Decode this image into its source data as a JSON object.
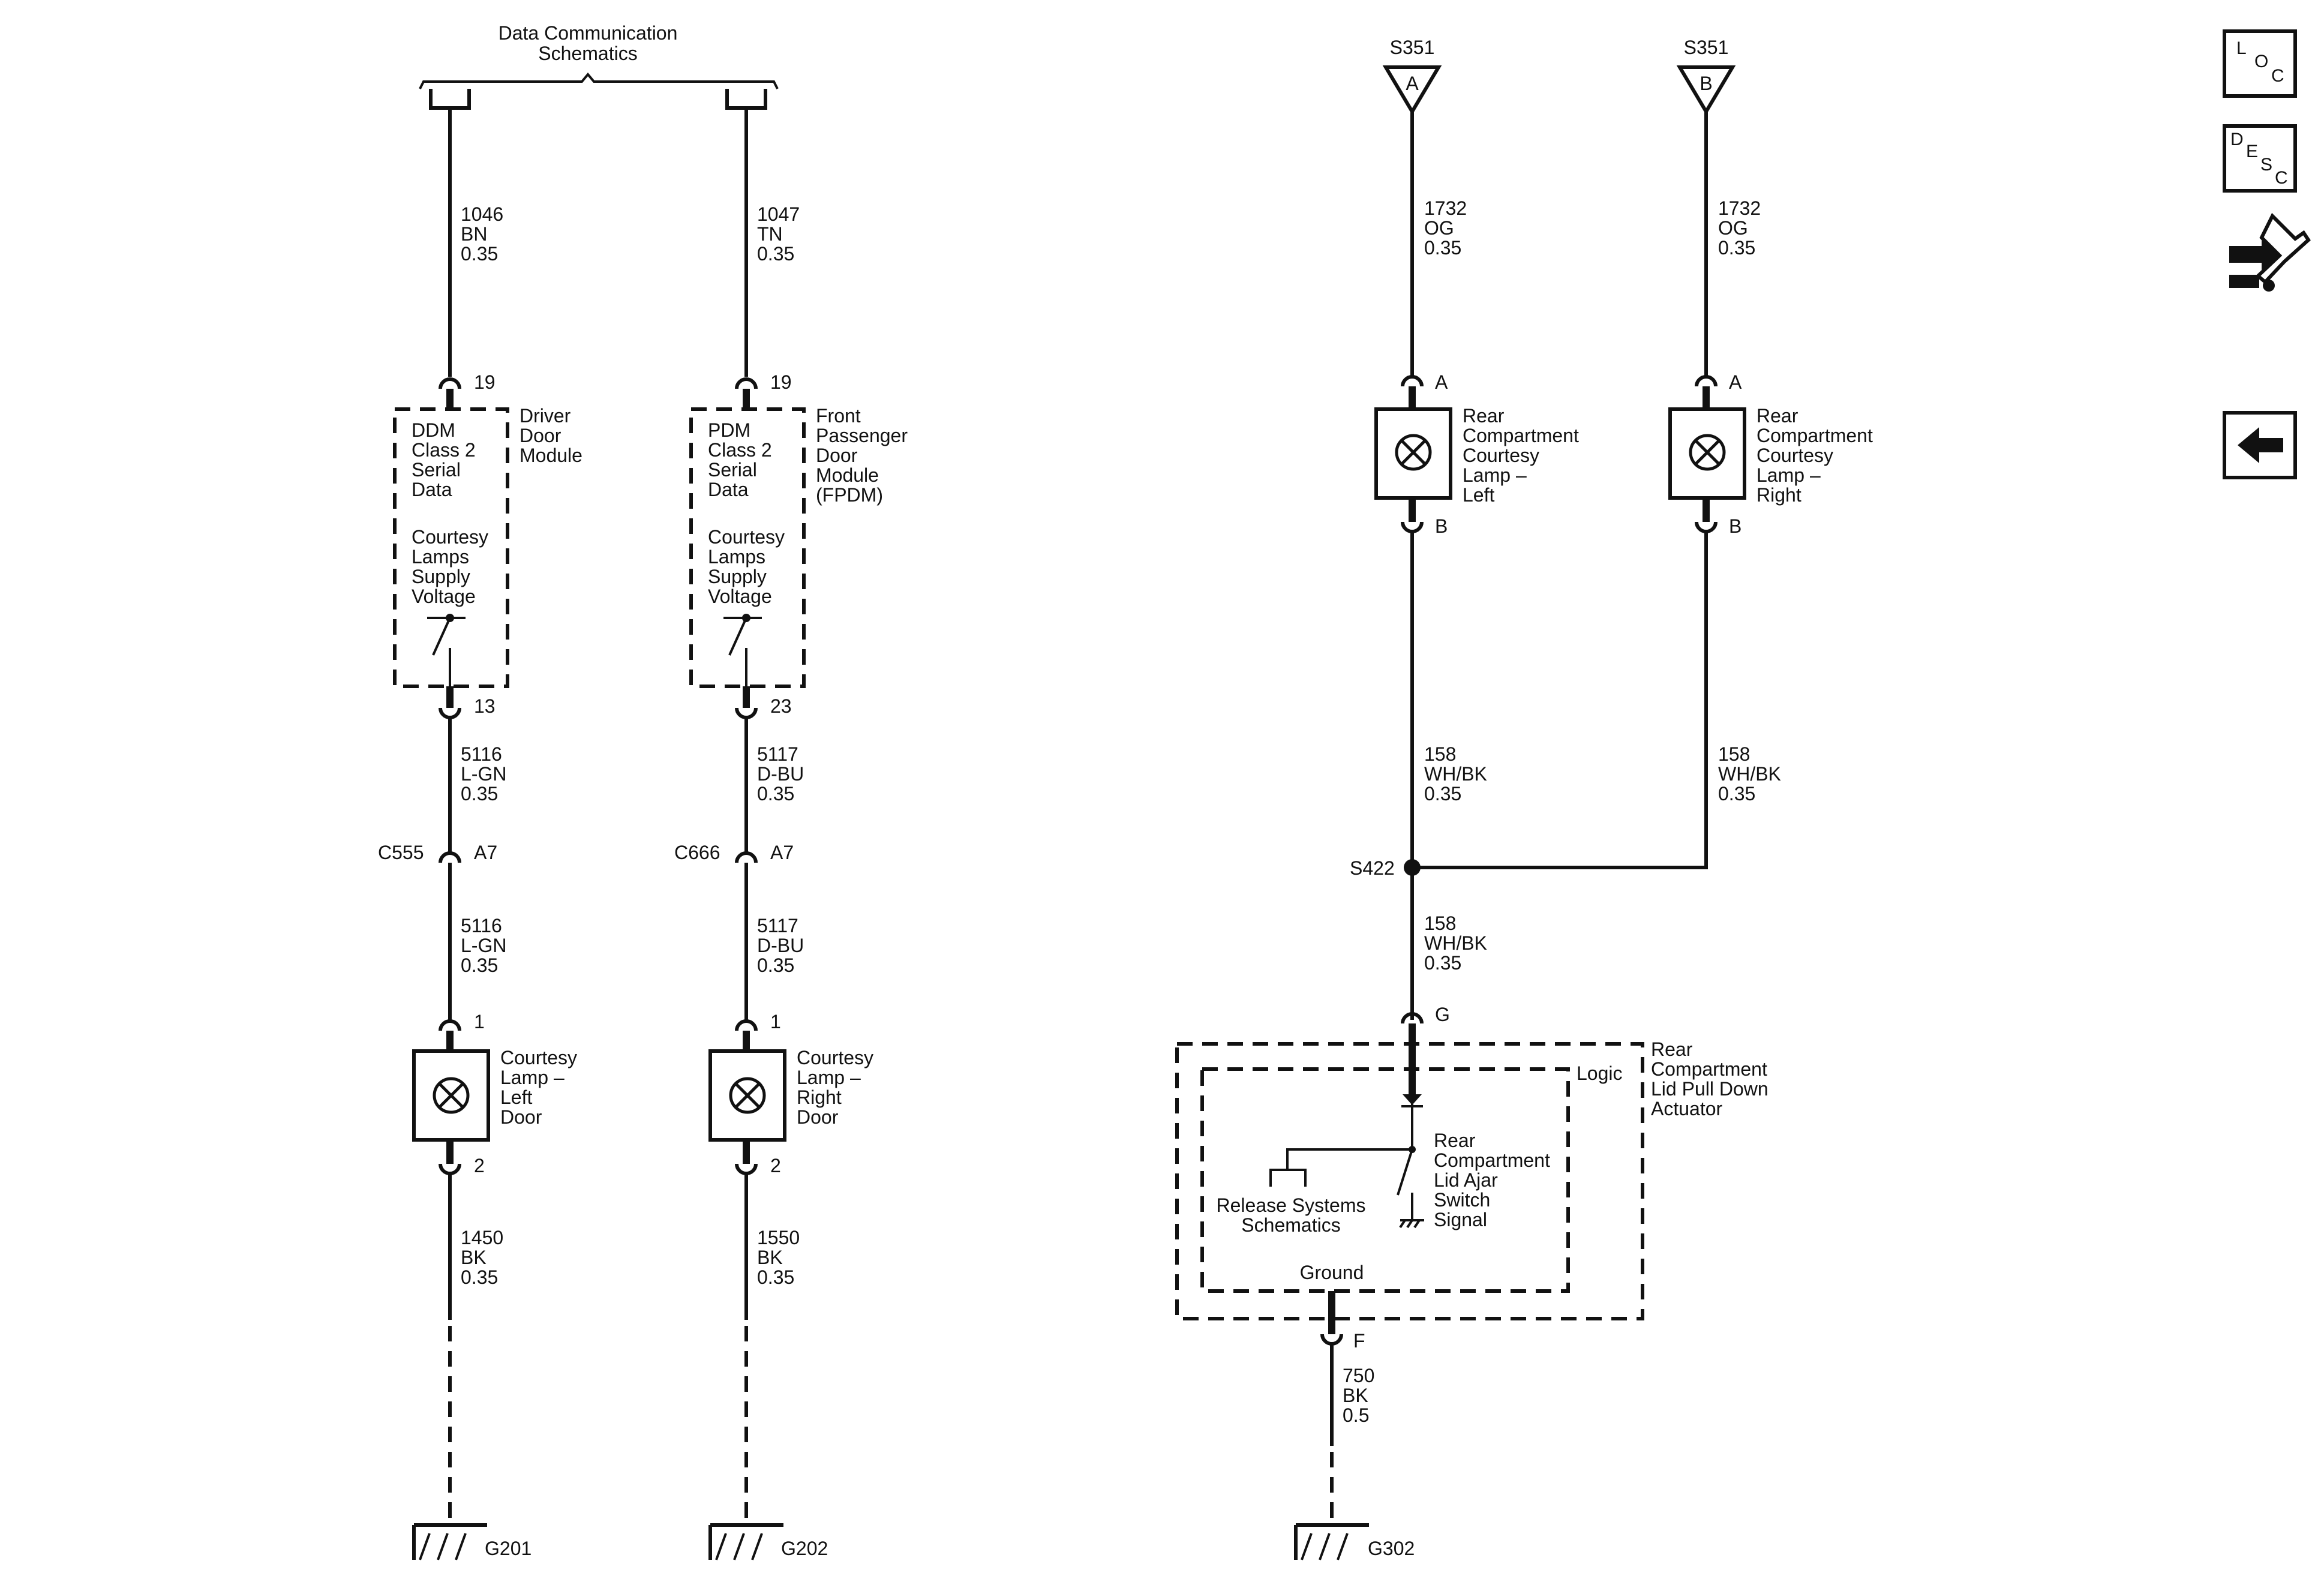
{
  "header": {
    "line1": "Data Communication",
    "line2": "Schematics"
  },
  "left": {
    "w1": [
      "1046",
      "BN",
      "0.35"
    ],
    "w2": [
      "1047",
      "TN",
      "0.35"
    ],
    "pin19a": "19",
    "pin19b": "19",
    "ddm_inner": [
      "DDM",
      "Class 2",
      "Serial",
      "Data",
      "Courtesy",
      "Lamps",
      "Supply",
      "Voltage"
    ],
    "ddm_name": [
      "Driver",
      "Door",
      "Module"
    ],
    "pdm_inner": [
      "PDM",
      "Class 2",
      "Serial",
      "Data",
      "Courtesy",
      "Lamps",
      "Supply",
      "Voltage"
    ],
    "pdm_name": [
      "Front",
      "Passenger",
      "Door",
      "Module",
      "(FPDM)"
    ],
    "pin13": "13",
    "pin23": "23",
    "w3": [
      "5116",
      "L-GN",
      "0.35"
    ],
    "w4": [
      "5117",
      "D-BU",
      "0.35"
    ],
    "c555": "C555",
    "c555pin": "A7",
    "c666": "C666",
    "c666pin": "A7",
    "w5": [
      "5116",
      "L-GN",
      "0.35"
    ],
    "w6": [
      "5117",
      "D-BU",
      "0.35"
    ],
    "lampL_pin1": "1",
    "lampR_pin1": "1",
    "lampL_name": [
      "Courtesy",
      "Lamp –",
      "Left",
      "Door"
    ],
    "lampR_name": [
      "Courtesy",
      "Lamp –",
      "Right",
      "Door"
    ],
    "lampL_pin2": "2",
    "lampR_pin2": "2",
    "w7": [
      "1450",
      "BK",
      "0.35"
    ],
    "w8": [
      "1550",
      "BK",
      "0.35"
    ],
    "g201": "G201",
    "g202": "G202"
  },
  "right": {
    "s351a_label": "S351",
    "s351a_letter": "A",
    "s351b_label": "S351",
    "s351b_letter": "B",
    "w9": [
      "1732",
      "OG",
      "0.35"
    ],
    "w10": [
      "1732",
      "OG",
      "0.35"
    ],
    "lampA_pinA": "A",
    "lampB_pinA": "A",
    "lampA_name": [
      "Rear",
      "Compartment",
      "Courtesy",
      "Lamp –",
      "Left"
    ],
    "lampB_name": [
      "Rear",
      "Compartment",
      "Courtesy",
      "Lamp –",
      "Right"
    ],
    "lampA_pinB": "B",
    "lampB_pinB": "B",
    "w11": [
      "158",
      "WH/BK",
      "0.35"
    ],
    "w12": [
      "158",
      "WH/BK",
      "0.35"
    ],
    "s422": "S422",
    "w13": [
      "158",
      "WH/BK",
      "0.35"
    ],
    "pinG": "G",
    "logic": "Logic",
    "actuator_name": [
      "Rear",
      "Compartment",
      "Lid Pull Down",
      "Actuator"
    ],
    "release": [
      "Release Systems",
      "Schematics"
    ],
    "switch_name": [
      "Rear",
      "Compartment",
      "Lid Ajar",
      "Switch",
      "Signal"
    ],
    "ground": "Ground",
    "pinF": "F",
    "w14": [
      "750",
      "BK",
      "0.5"
    ],
    "g302": "G302"
  },
  "nav": {
    "loc": [
      "L",
      "O",
      "C"
    ],
    "desc": [
      "D",
      "E",
      "S",
      "C"
    ]
  }
}
